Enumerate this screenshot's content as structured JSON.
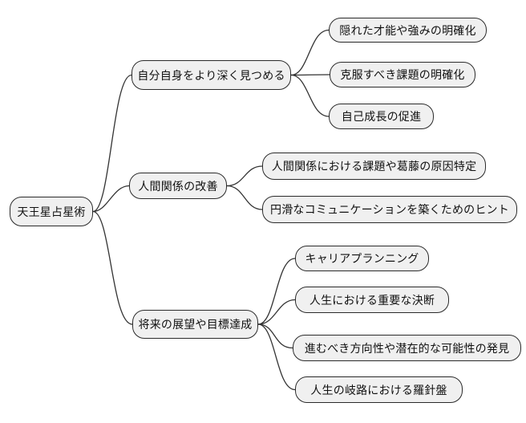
{
  "diagram": {
    "type": "mindmap",
    "root": {
      "label": "天王星占星術"
    },
    "branches": [
      {
        "label": "自分自身をより深く見つめる",
        "children": [
          {
            "label": "隠れた才能や強みの明確化"
          },
          {
            "label": "克服すべき課題の明確化"
          },
          {
            "label": "自己成長の促進"
          }
        ]
      },
      {
        "label": "人間関係の改善",
        "children": [
          {
            "label": "人間関係における課題や葛藤の原因特定"
          },
          {
            "label": "円滑なコミュニケーションを築くためのヒント"
          }
        ]
      },
      {
        "label": "将来の展望や目標達成",
        "children": [
          {
            "label": "キャリアプランニング"
          },
          {
            "label": "人生における重要な決断"
          },
          {
            "label": "進むべき方向性や潜在的な可能性の発見"
          },
          {
            "label": "人生の岐路における羅針盤"
          }
        ]
      }
    ],
    "colors": {
      "background": "#ffffff",
      "node_fill": "#f0f0f0",
      "node_border": "#2b2b2b",
      "edge": "#333333",
      "text": "#111111"
    }
  }
}
